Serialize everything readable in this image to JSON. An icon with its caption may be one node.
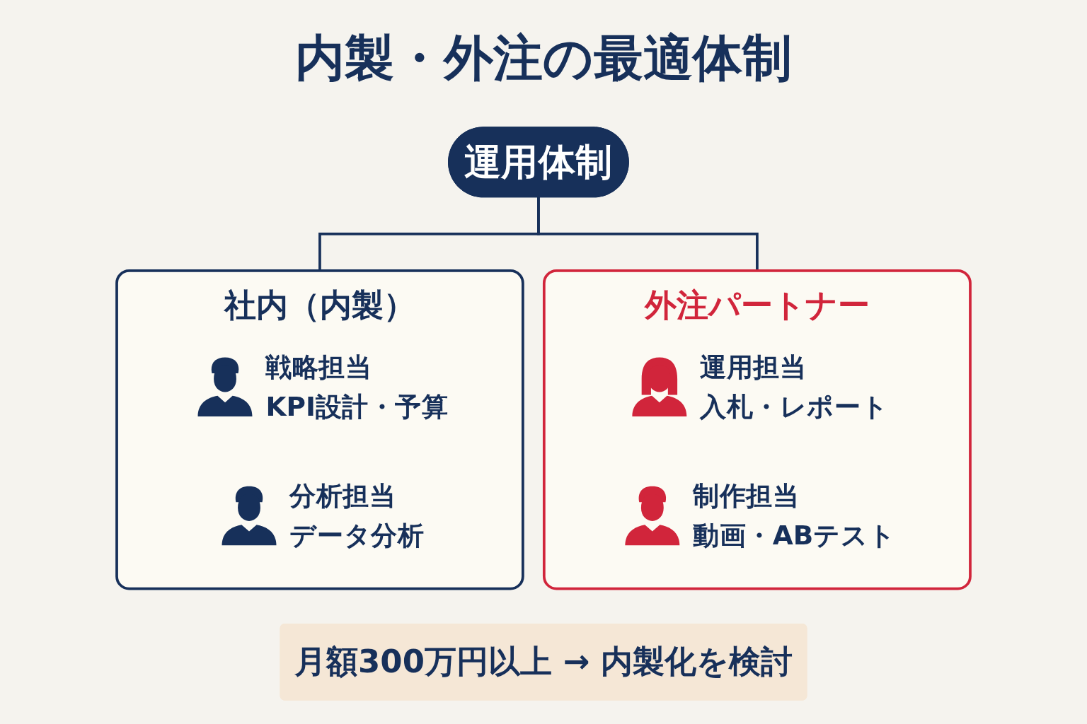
{
  "diagram": {
    "title": "内製・外注の最適体制",
    "nodes": [
      {
        "text": [
          "運用体制"
        ]
      },
      {
        "text": [
          "社内（内製）"
        ]
      },
      {
        "text": [
          "戦略担当",
          "KPI設計・予算"
        ],
        "in": 1
      },
      {
        "text": [
          "分析担当",
          "データ分析"
        ],
        "in": 1
      },
      {
        "text": [
          "外注パートナー"
        ]
      },
      {
        "text": [
          "運用担当",
          "入札・レポート"
        ],
        "in": 4
      },
      {
        "text": [
          "制作担当",
          "動画・ABテスト"
        ],
        "in": 4
      },
      {
        "text": [
          "月額300万円以上 → 内製化を検討"
        ]
      }
    ],
    "edges": [
      {
        "from": 0,
        "to": 1,
        "arrow": "none"
      },
      {
        "from": 0,
        "to": 4,
        "arrow": "none"
      }
    ]
  }
}
